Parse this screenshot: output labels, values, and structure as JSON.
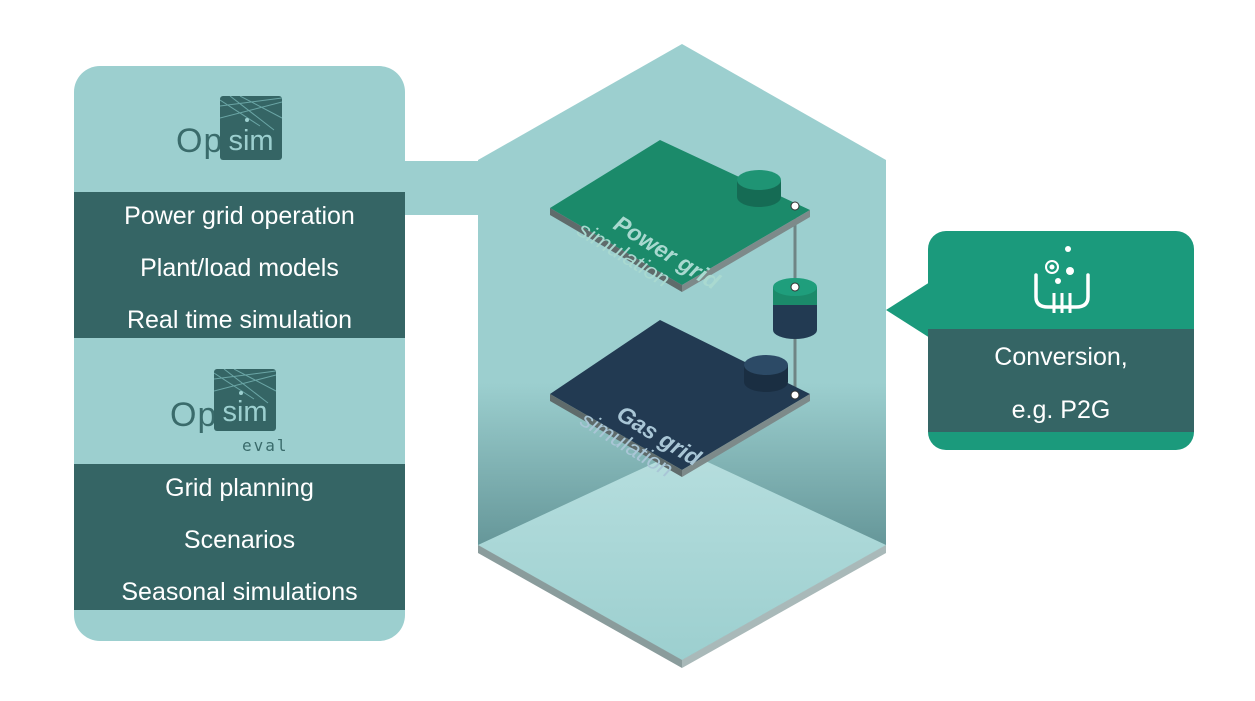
{
  "left_panel": {
    "logo1": {
      "op": "Op",
      "sim": "sim"
    },
    "group1": [
      "Power grid operation",
      "Plant/load models",
      "Real time simulation"
    ],
    "logo2": {
      "op": "Op",
      "sim": "sim",
      "sub": "eval"
    },
    "group2": [
      "Grid planning",
      "Scenarios",
      "Seasonal simulations"
    ]
  },
  "layers": {
    "top": {
      "line1": "Power grid",
      "line2": "simulation"
    },
    "bottom": {
      "line1": "Gas grid",
      "line2": "simulation"
    }
  },
  "conversion": {
    "icon": "p2g-flask-icon",
    "line1": "Conversion,",
    "line2": "e.g. P2G"
  },
  "colors": {
    "panel": "#9ccfcf",
    "dark_teal": "#356565",
    "power_green": "#1b8a6a",
    "gas_navy": "#223a52",
    "accent_green": "#1b9a7c"
  }
}
